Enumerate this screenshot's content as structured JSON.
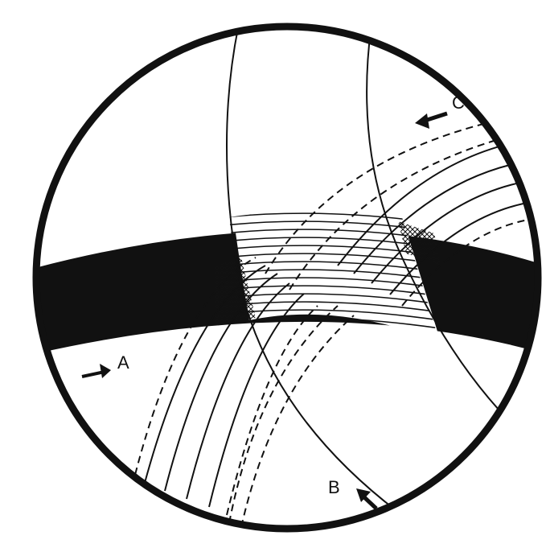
{
  "labels": {
    "a": "A",
    "b": "B",
    "c": "C"
  },
  "colors": {
    "ink": "#111111",
    "paper": "#ffffff"
  }
}
